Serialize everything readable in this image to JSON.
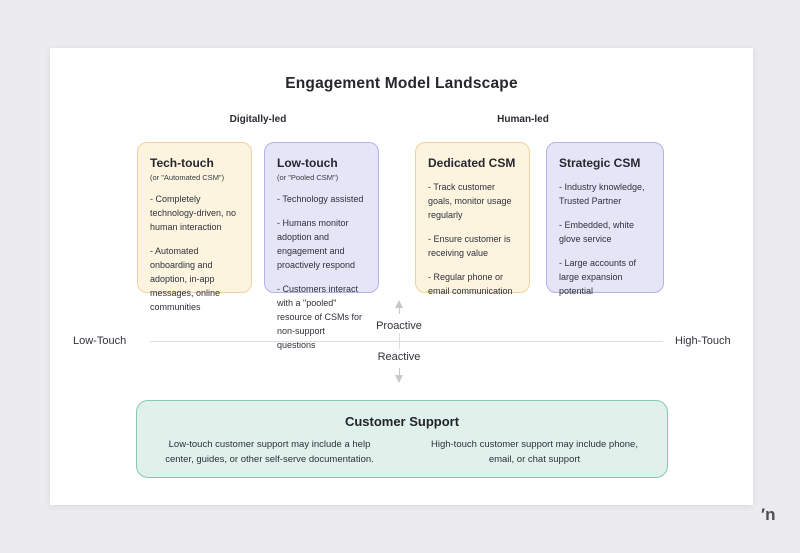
{
  "page": {
    "title": "Engagement Model Landscape",
    "watermark": "′n"
  },
  "groups": [
    {
      "label": "Digitally-led"
    },
    {
      "label": "Human-led"
    }
  ],
  "cards": [
    {
      "title": "Tech-touch",
      "subtitle": "(or \"Automated CSM\")",
      "theme": "yellow",
      "bullets": [
        "- Completely technology-driven, no human interaction",
        "- Automated onboarding and adoption, in-app messages, online communities"
      ]
    },
    {
      "title": "Low-touch",
      "subtitle": "(or \"Pooled CSM\")",
      "theme": "purple",
      "bullets": [
        "- Technology assisted",
        "- Humans monitor adoption and engagement and proactively respond",
        "- Customers interact with a \"pooled\" resource of CSMs for non-support questions"
      ]
    },
    {
      "title": "Dedicated CSM",
      "theme": "yellow",
      "bullets": [
        "- Track customer goals, monitor usage regularly",
        "- Ensure customer is receiving value",
        "- Regular phone or email communication"
      ]
    },
    {
      "title": "Strategic CSM",
      "theme": "purple",
      "bullets": [
        "- Industry knowledge, Trusted Partner",
        "- Embedded, white glove service",
        "- Large accounts of large expansion potential"
      ]
    }
  ],
  "axis": {
    "left": "Low-Touch",
    "right": "High-Touch",
    "top": "Proactive",
    "bottom": "Reactive"
  },
  "support": {
    "title": "Customer Support",
    "left_text": "Low-touch customer support may include a help center, guides, or other self-serve documentation.",
    "right_text": "High-touch customer support may include phone, email, or chat support"
  },
  "colors": {
    "canvas-bg": "#ECECF0",
    "page-bg": "#FFFFFF",
    "card-yellow-bg": "#FCF4DF",
    "card-yellow-border": "#F0D2A0",
    "card-purple-bg": "#E6E5F8",
    "card-purple-border": "#B3B2E4",
    "support-bg": "#DFF1EA",
    "support-border": "#86C8B2",
    "axis-line": "#DDDDE1",
    "arrow": "#C7C7CC",
    "text-dark": "#2E2E36"
  }
}
